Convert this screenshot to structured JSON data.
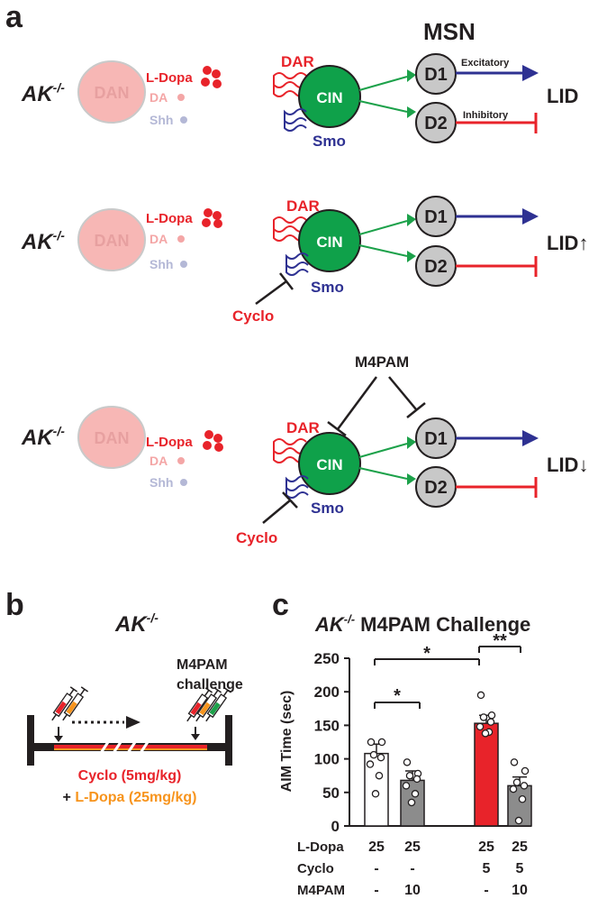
{
  "panel_labels": {
    "a": "a",
    "b": "b",
    "c": "c"
  },
  "genotype": {
    "base": "AK",
    "sup": "-/-"
  },
  "colors": {
    "red": "#e8232a",
    "blue": "#2e3192",
    "green": "#1ca14a",
    "dan_fill": "#f7b7b5",
    "cin_fill": "#0fa14a",
    "gray_node": "#c8c8c8",
    "orange": "#f7941d",
    "dark": "#231f20",
    "bar_gray": "#8c8c8c"
  },
  "panel_a": {
    "msn_title": "MSN",
    "dan": "DAN",
    "ldopa": "L-Dopa",
    "da": "DA",
    "shh": "Shh",
    "dar": "DAR",
    "cin": "CIN",
    "smo": "Smo",
    "d1": "D1",
    "d2": "D2",
    "excitatory": "Excitatory",
    "inhibitory": "Inhibitory",
    "lid": "LID",
    "lid_up": "LID↑",
    "lid_down": "LID↓",
    "cyclo": "Cyclo",
    "m4pam": "M4PAM"
  },
  "panel_b": {
    "title_base": "AK",
    "title_sup": "-/-",
    "challenge_line1": "M4PAM",
    "challenge_line2": "challenge",
    "drug_line1": "Cyclo (5mg/kg)",
    "drug_plus": "+ ",
    "drug_line2": "L-Dopa (25mg/kg)"
  },
  "chart_data": {
    "type": "bar",
    "title_genotype": "AK",
    "title_sup": "-/-",
    "title_rest": " M4PAM Challenge",
    "ylabel": "AIM Time (sec)",
    "ylim": [
      0,
      250
    ],
    "yticks": [
      "0",
      "50",
      "100",
      "150",
      "200",
      "250"
    ],
    "categories": [
      "25/-/-",
      "25/-/10",
      "25/5/-",
      "25/5/10"
    ],
    "values": [
      108,
      68,
      153,
      60
    ],
    "errors": [
      14,
      14,
      12,
      13
    ],
    "bar_colors": [
      "#ffffff",
      "#8c8c8c",
      "#e8232a",
      "#8c8c8c"
    ],
    "points": [
      [
        125,
        125,
        106,
        102,
        92,
        75,
        48
      ],
      [
        95,
        78,
        75,
        70,
        60,
        48,
        35
      ],
      [
        195,
        165,
        162,
        155,
        148,
        140,
        138
      ],
      [
        95,
        82,
        65,
        60,
        55,
        40,
        8
      ]
    ],
    "row_labels": [
      "L-Dopa",
      "Cyclo",
      "M4PAM"
    ],
    "table": [
      [
        "25",
        "25",
        "25",
        "25"
      ],
      [
        "-",
        "-",
        "5",
        "5"
      ],
      [
        "-",
        "10",
        "-",
        "10"
      ]
    ],
    "significance": [
      {
        "label": "*"
      },
      {
        "label": "*"
      },
      {
        "label": "**"
      }
    ]
  }
}
